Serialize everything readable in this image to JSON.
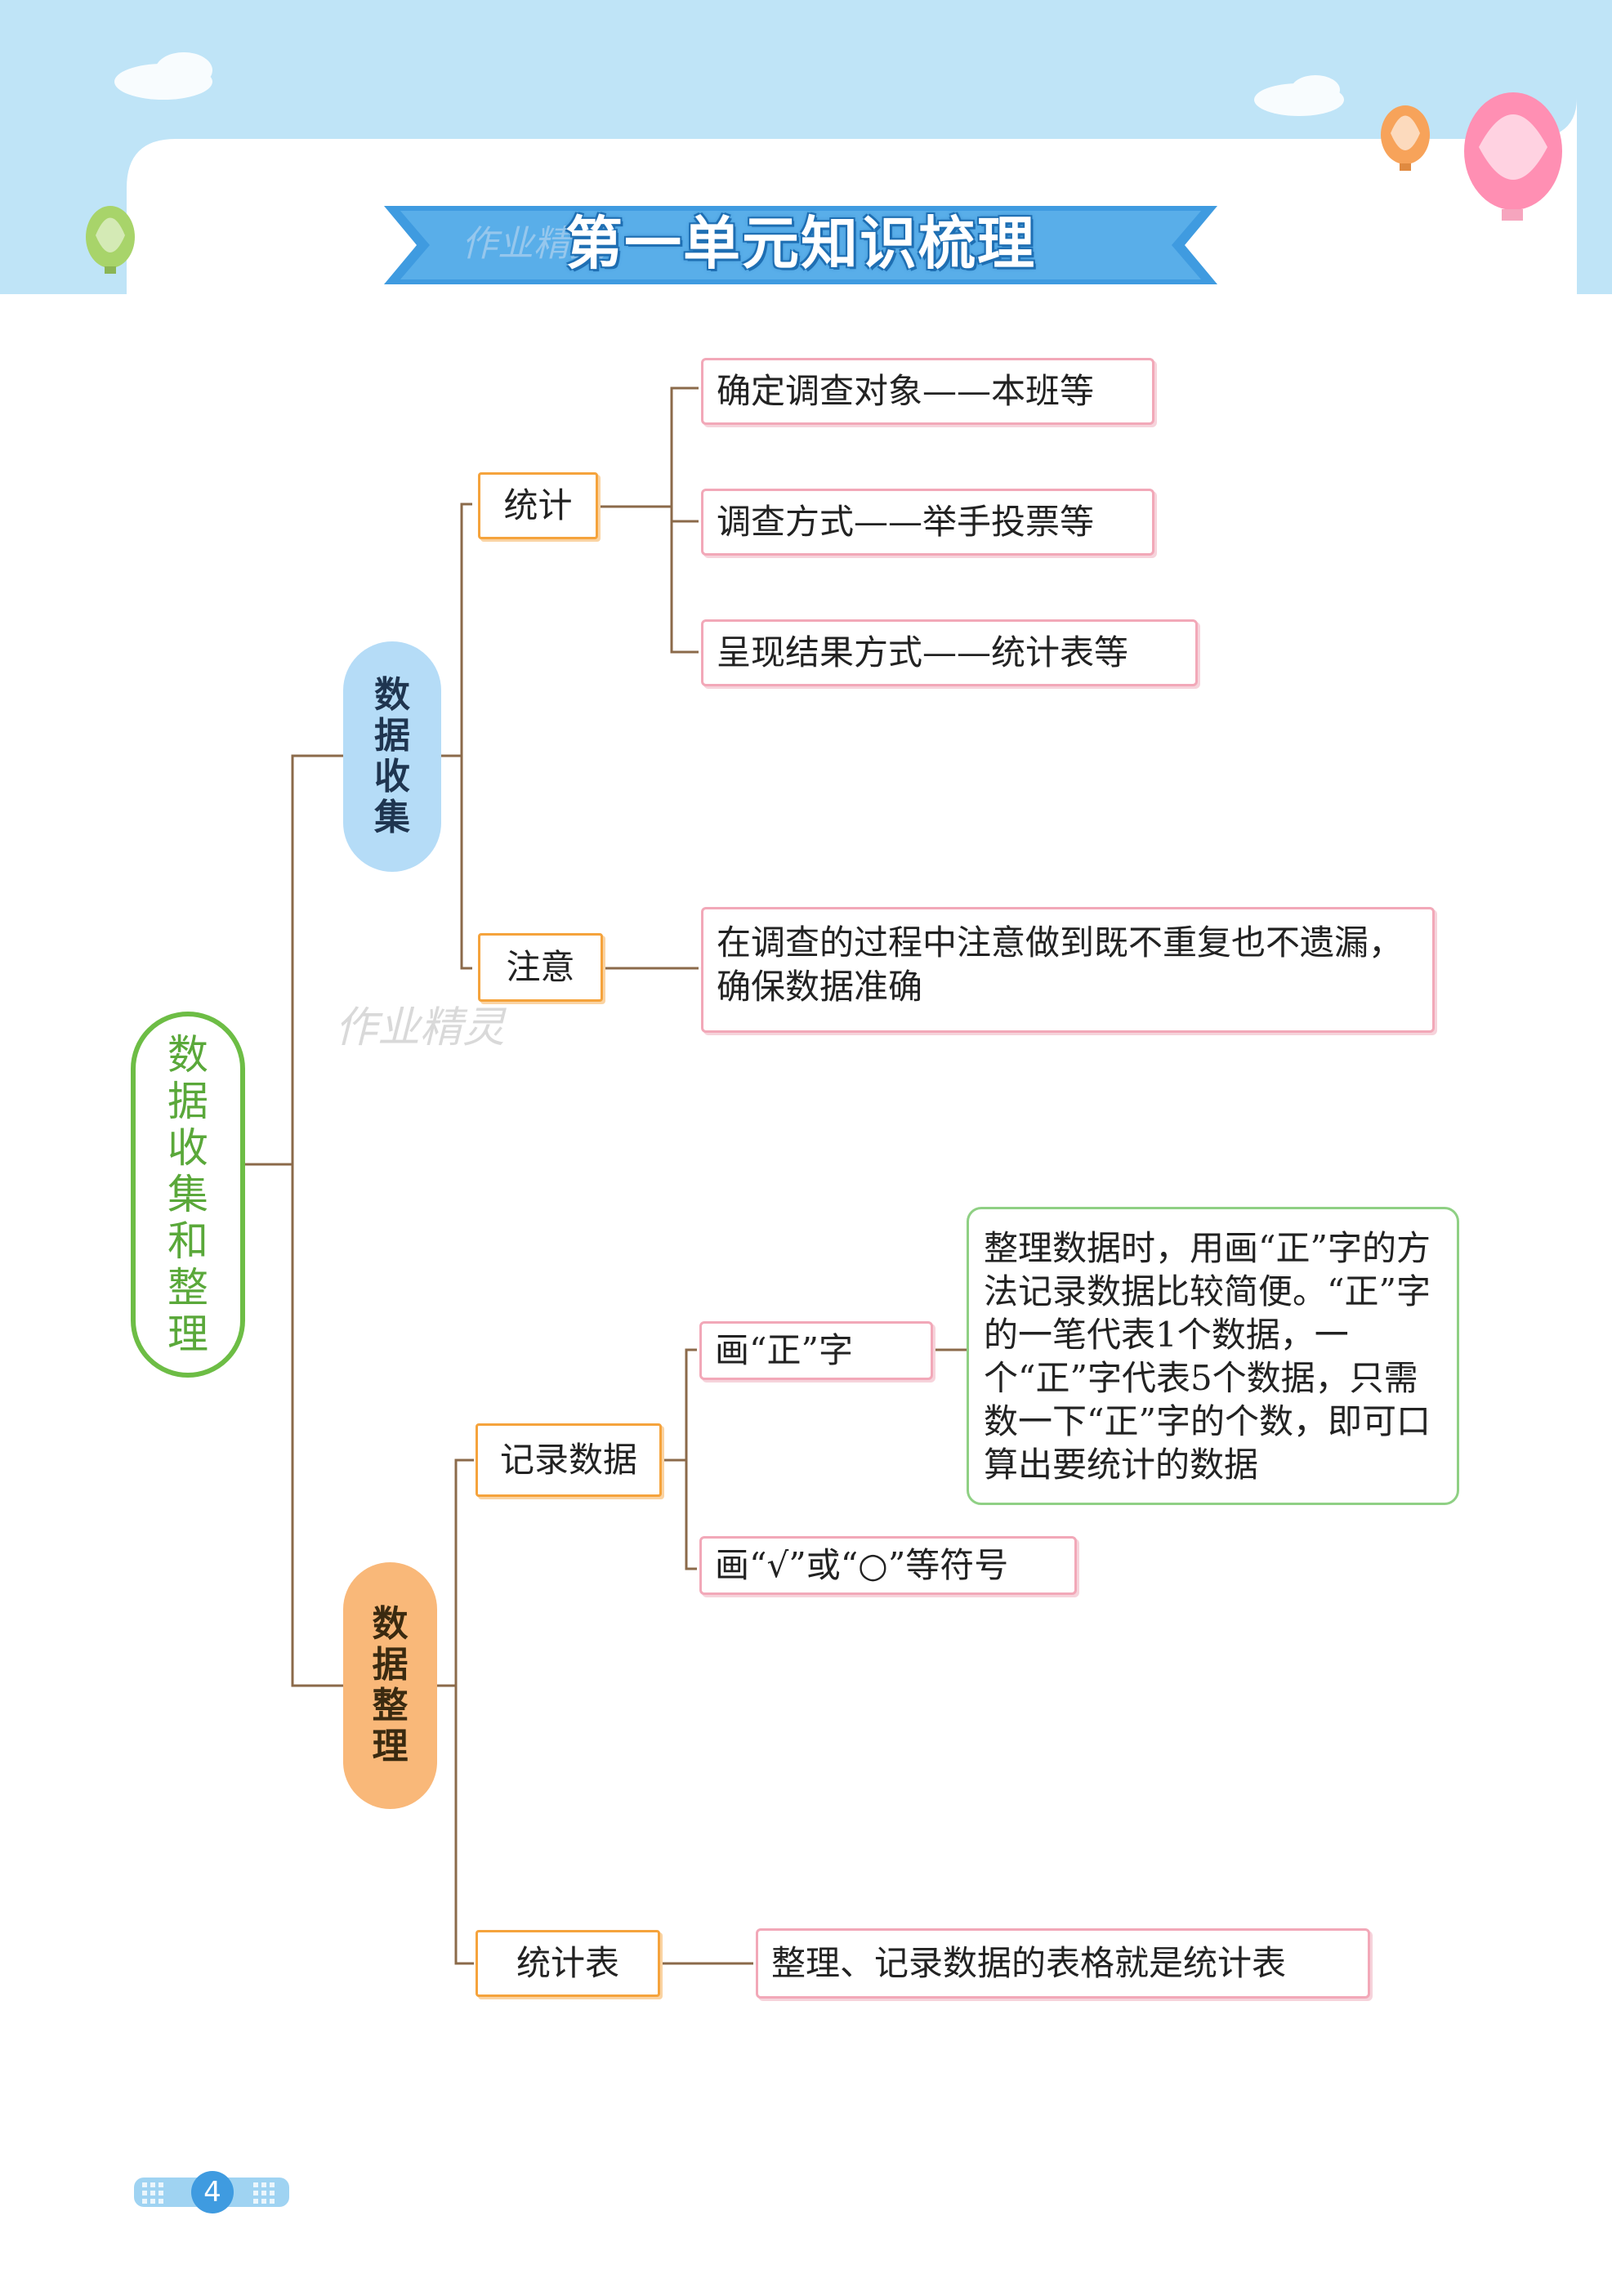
{
  "header": {
    "title": "第一单元知识梳理",
    "watermark": "作业精灵"
  },
  "mindmap": {
    "root": "数据收集和整理",
    "branch_collect": {
      "label": "数据收集",
      "tongji": {
        "label": "统计",
        "items": [
          "确定调查对象——本班等",
          "调查方式——举手投票等",
          "呈现结果方式——统计表等"
        ]
      },
      "zhuyi": {
        "label": "注意",
        "note": "在调查的过程中注意做到既不重复也不遗漏，确保数据准确"
      }
    },
    "branch_organize": {
      "label": "数据整理",
      "jilu": {
        "label": "记录数据",
        "zheng": {
          "label": "画“正”字",
          "note": "整理数据时，用画“正”字的方法记录数据比较简便。“正”字的一笔代表1个数据，一个“正”字代表5个数据，只需数一下“正”字的个数，即可口算出要统计的数据"
        },
        "symbol": "画“√”或“○”等符号"
      },
      "table": {
        "label": "统计表",
        "note": "整理、记录数据的表格就是统计表"
      }
    }
  },
  "footer": {
    "page_number": "4"
  },
  "colors": {
    "sky": "#bfe4f7",
    "banner": "#3f9be0",
    "root_border": "#6dbd45",
    "pill_blue": "#b5dcf7",
    "pill_peach": "#f9b879",
    "box_pink": "#f2a8b8",
    "box_orange": "#f5a33c",
    "box_green": "#8fd084",
    "connector": "#8b6a4a"
  }
}
